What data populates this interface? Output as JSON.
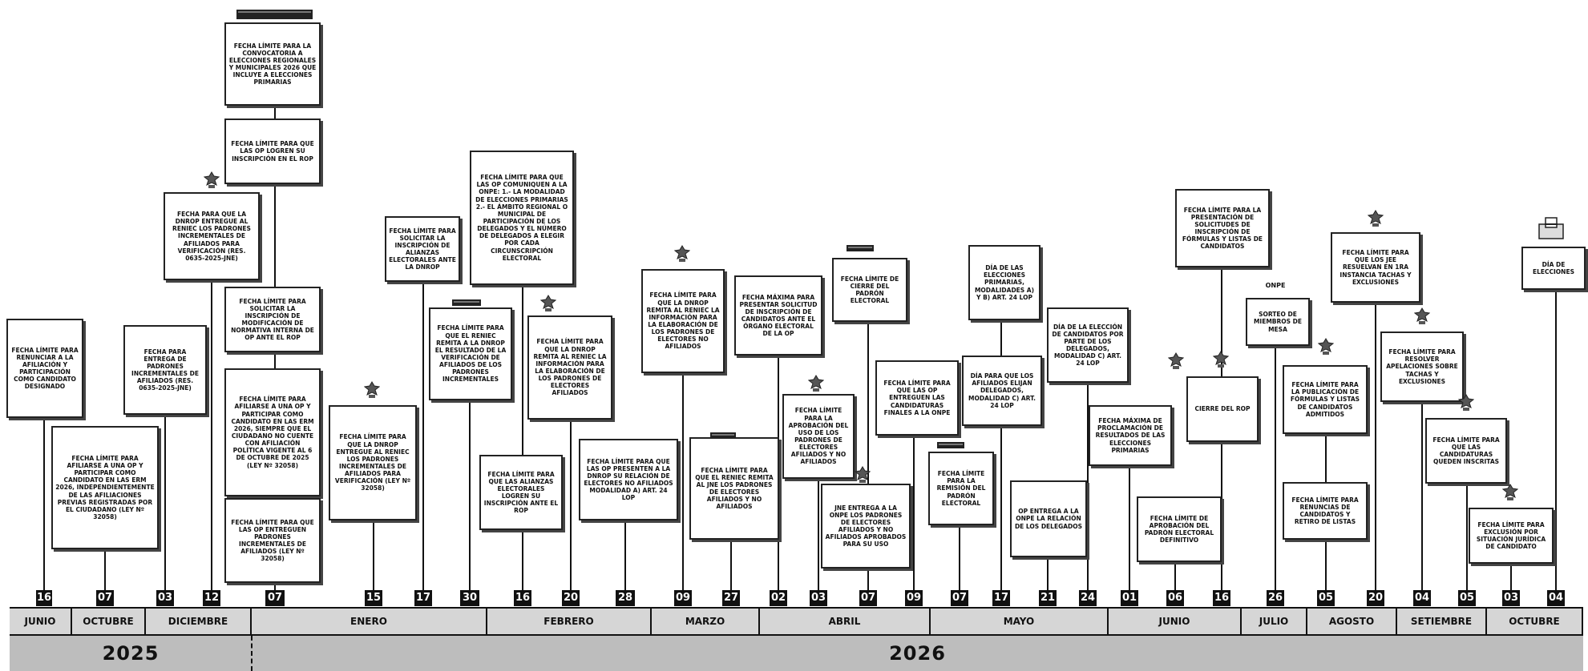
{
  "years": [
    "2025",
    "2026"
  ],
  "months": [
    "JUNIO",
    "OCTUBRE",
    "DICIEMBRE",
    "ENERO",
    "FEBRERO",
    "MARZO",
    "ABRIL",
    "MAYO",
    "JUNIO",
    "JULIO",
    "AGOSTO",
    "SETIEMBRE",
    "OCTUBRE"
  ],
  "days": [
    "16",
    "07",
    "03",
    "12",
    "07",
    "15",
    "17",
    "30",
    "16",
    "20",
    "28",
    "09",
    "27",
    "02",
    "03",
    "07",
    "09",
    "07",
    "17",
    "21",
    "24",
    "01",
    "06",
    "16",
    "26",
    "05",
    "20",
    "04",
    "05",
    "03",
    "04"
  ],
  "events": [
    "FECHA LÍMITE PARA RENUNCIAR A LA AFILIACIÓN Y PARTICIPACIÓN COMO CANDIDATO DESIGNADO",
    "FECHA LÍMITE PARA AFILIARSE A UNA OP Y PARTICIPAR COMO CANDIDATO EN LAS ERM 2026, INDEPENDIENTEMENTE DE LAS AFILIACIONES PREVIAS REGISTRADAS POR EL CIUDADANO (LEY Nº 32058)",
    "FECHA PARA ENTREGA DE PADRONES INCREMENTALES DE AFILIADOS (RES. 0635-2025-JNE)",
    "FECHA PARA QUE LA DNROP ENTREGUE AL RENIEC LOS PADRONES INCREMENTALES DE AFILIADOS PARA VERIFICACIÓN (RES. 0635-2025-JNE)",
    "FECHA LÍMITE PARA LA CONVOCATORIA A ELECCIONES REGIONALES Y MUNICIPALES 2026 QUE INCLUYE A ELECCIONES PRIMARIAS",
    "FECHA LÍMITE PARA QUE LAS OP LOGREN SU INSCRIPCIÓN EN EL ROP",
    "FECHA LÍMITE PARA SOLICITAR LA INSCRIPCIÓN DE MODIFICACIÓN DE NORMATIVA INTERNA DE OP ANTE EL ROP",
    "FECHA LÍMITE PARA AFILIARSE A UNA OP Y PARTICIPAR COMO CANDIDATO EN LAS ERM 2026, SIEMPRE QUE EL CIUDADANO NO CUENTE CON AFILIACIÓN POLÍTICA VIGENTE AL 6 DE OCTUBRE DE 2025 (LEY Nº 32058)",
    "FECHA LÍMITE PARA QUE LAS OP ENTREGUEN PADRONES INCREMENTALES DE AFILIADOS (LEY Nº 32058)",
    "FECHA LÍMITE PARA QUE LA DNROP ENTREGUE AL RENIEC LOS PADRONES INCREMENTALES DE AFILIADOS PARA VERIFICACIÓN (LEY Nº 32058)",
    "FECHA LÍMITE PARA SOLICITAR LA INSCRIPCIÓN DE ALIANZAS ELECTORALES ANTE LA DNROP",
    "FECHA LÍMITE PARA QUE EL RENIEC REMITA A LA DNROP EL RESULTADO DE LA VERIFICACIÓN DE AFILIADOS DE LOS PADRONES INCREMENTALES",
    "FECHA LÍMITE PARA QUE LAS OP COMUNIQUEN A LA ONPE: 1.- LA MODALIDAD DE ELECCIONES PRIMARIAS 2.- EL ÁMBITO REGIONAL O MUNICIPAL DE PARTICIPACIÓN DE LOS DELEGADOS Y EL NÚMERO DE DELEGADOS A ELEGIR POR CADA CIRCUNSCRIPCIÓN ELECTORAL",
    "FECHA LÍMITE PARA QUE LAS ALIANZAS ELECTORALES LOGREN SU INSCRIPCIÓN ANTE EL ROP",
    "FECHA LÍMITE PARA QUE LA DNROP REMITA AL RENIEC LA INFORMACIÓN PARA LA ELABORACIÓN DE LOS PADRONES DE ELECTORES AFILIADOS",
    "FECHA LÍMITE PARA QUE LAS OP PRESENTEN A LA DNROP SU RELACIÓN DE ELECTORES NO AFILIADOS MODALIDAD A) ART. 24 LOP",
    "FECHA LÍMITE PARA QUE LA DNROP REMITA AL RENIEC LA INFORMACIÓN PARA LA ELABORACIÓN DE LOS PADRONES DE ELECTORES NO AFILIADOS",
    "FECHA LÍMITE PARA QUE EL RENIEC REMITA AL JNE LOS PADRONES DE ELECTORES AFILIADOS Y NO AFILIADOS",
    "FECHA MÁXIMA PARA PRESENTAR SOLICITUD DE INSCRIPCIÓN DE CANDIDATOS ANTE EL ÓRGANO ELECTORAL DE LA OP",
    "FECHA LÍMITE PARA LA APROBACIÓN DEL USO DE LOS PADRONES DE ELECTORES AFILIADOS Y NO AFILIADOS",
    "FECHA LÍMITE DE CIERRE DEL PADRÓN ELECTORAL",
    "JNE ENTREGA A LA ONPE LOS PADRONES DE ELECTORES AFILIADOS Y NO AFILIADOS APROBADOS PARA SU USO",
    "FECHA LÍMITE PARA QUE LAS OP ENTREGUEN LAS CANDIDATURAS FINALES A LA ONPE",
    "FECHA LÍMITE PARA LA REMISIÓN DEL PADRÓN ELECTORAL",
    "DÍA DE LAS ELECCIONES PRIMARIAS, MODALIDADES A) Y B) ART. 24 LOP",
    "DÍA PARA QUE LOS AFILIADOS ELIJAN DELEGADOS, MODALIDAD C) ART. 24 LOP",
    "OP ENTREGA A LA ONPE LA RELACIÓN DE LOS DELEGADOS",
    "DÍA DE LA ELECCIÓN DE CANDIDATOS POR PARTE DE LOS DELEGADOS, MODALIDAD C) ART. 24 LOP",
    "FECHA MÁXIMA DE PROCLAMACIÓN DE RESULTADOS DE LAS ELECCIONES PRIMARIAS",
    "FECHA LÍMITE DE APROBACIÓN DEL PADRÓN ELECTORAL DEFINITIVO",
    "FECHA LÍMITE PARA LA PRESENTACIÓN DE SOLICITUDES DE INSCRIPCIÓN DE FÓRMULAS Y LISTAS DE CANDIDATOS",
    "CIERRE DEL ROP",
    "SORTEO DE MIEMBROS DE MESA",
    "FECHA LÍMITE PARA LA PUBLICACIÓN DE FÓRMULAS Y LISTAS DE CANDIDATOS ADMITIDOS",
    "FECHA LÍMITE PARA RENUNCIAS DE CANDIDATOS Y RETIRO DE LISTAS",
    "FECHA LÍMITE PARA QUE LOS JEE RESUELVAN EN 1RA INSTANCIA TACHAS Y EXCLUSIONES",
    "FECHA LÍMITE PARA RESOLVER APELACIONES SOBRE TACHAS Y EXCLUSIONES",
    "FECHA LÍMITE PARA QUE LAS CANDIDATURAS QUEDEN INSCRITAS",
    "FECHA LÍMITE PARA EXCLUSIÓN POR SITUACIÓN JURÍDICA DE CANDIDATO",
    "DÍA DE ELECCIONES"
  ],
  "logos": {
    "onpe": "ONPE"
  },
  "icons": {
    "jne_emblem": "jne-emblem-icon",
    "onpe_bar": "onpe-bar-icon",
    "ballot_box": "ballot-box-icon"
  }
}
